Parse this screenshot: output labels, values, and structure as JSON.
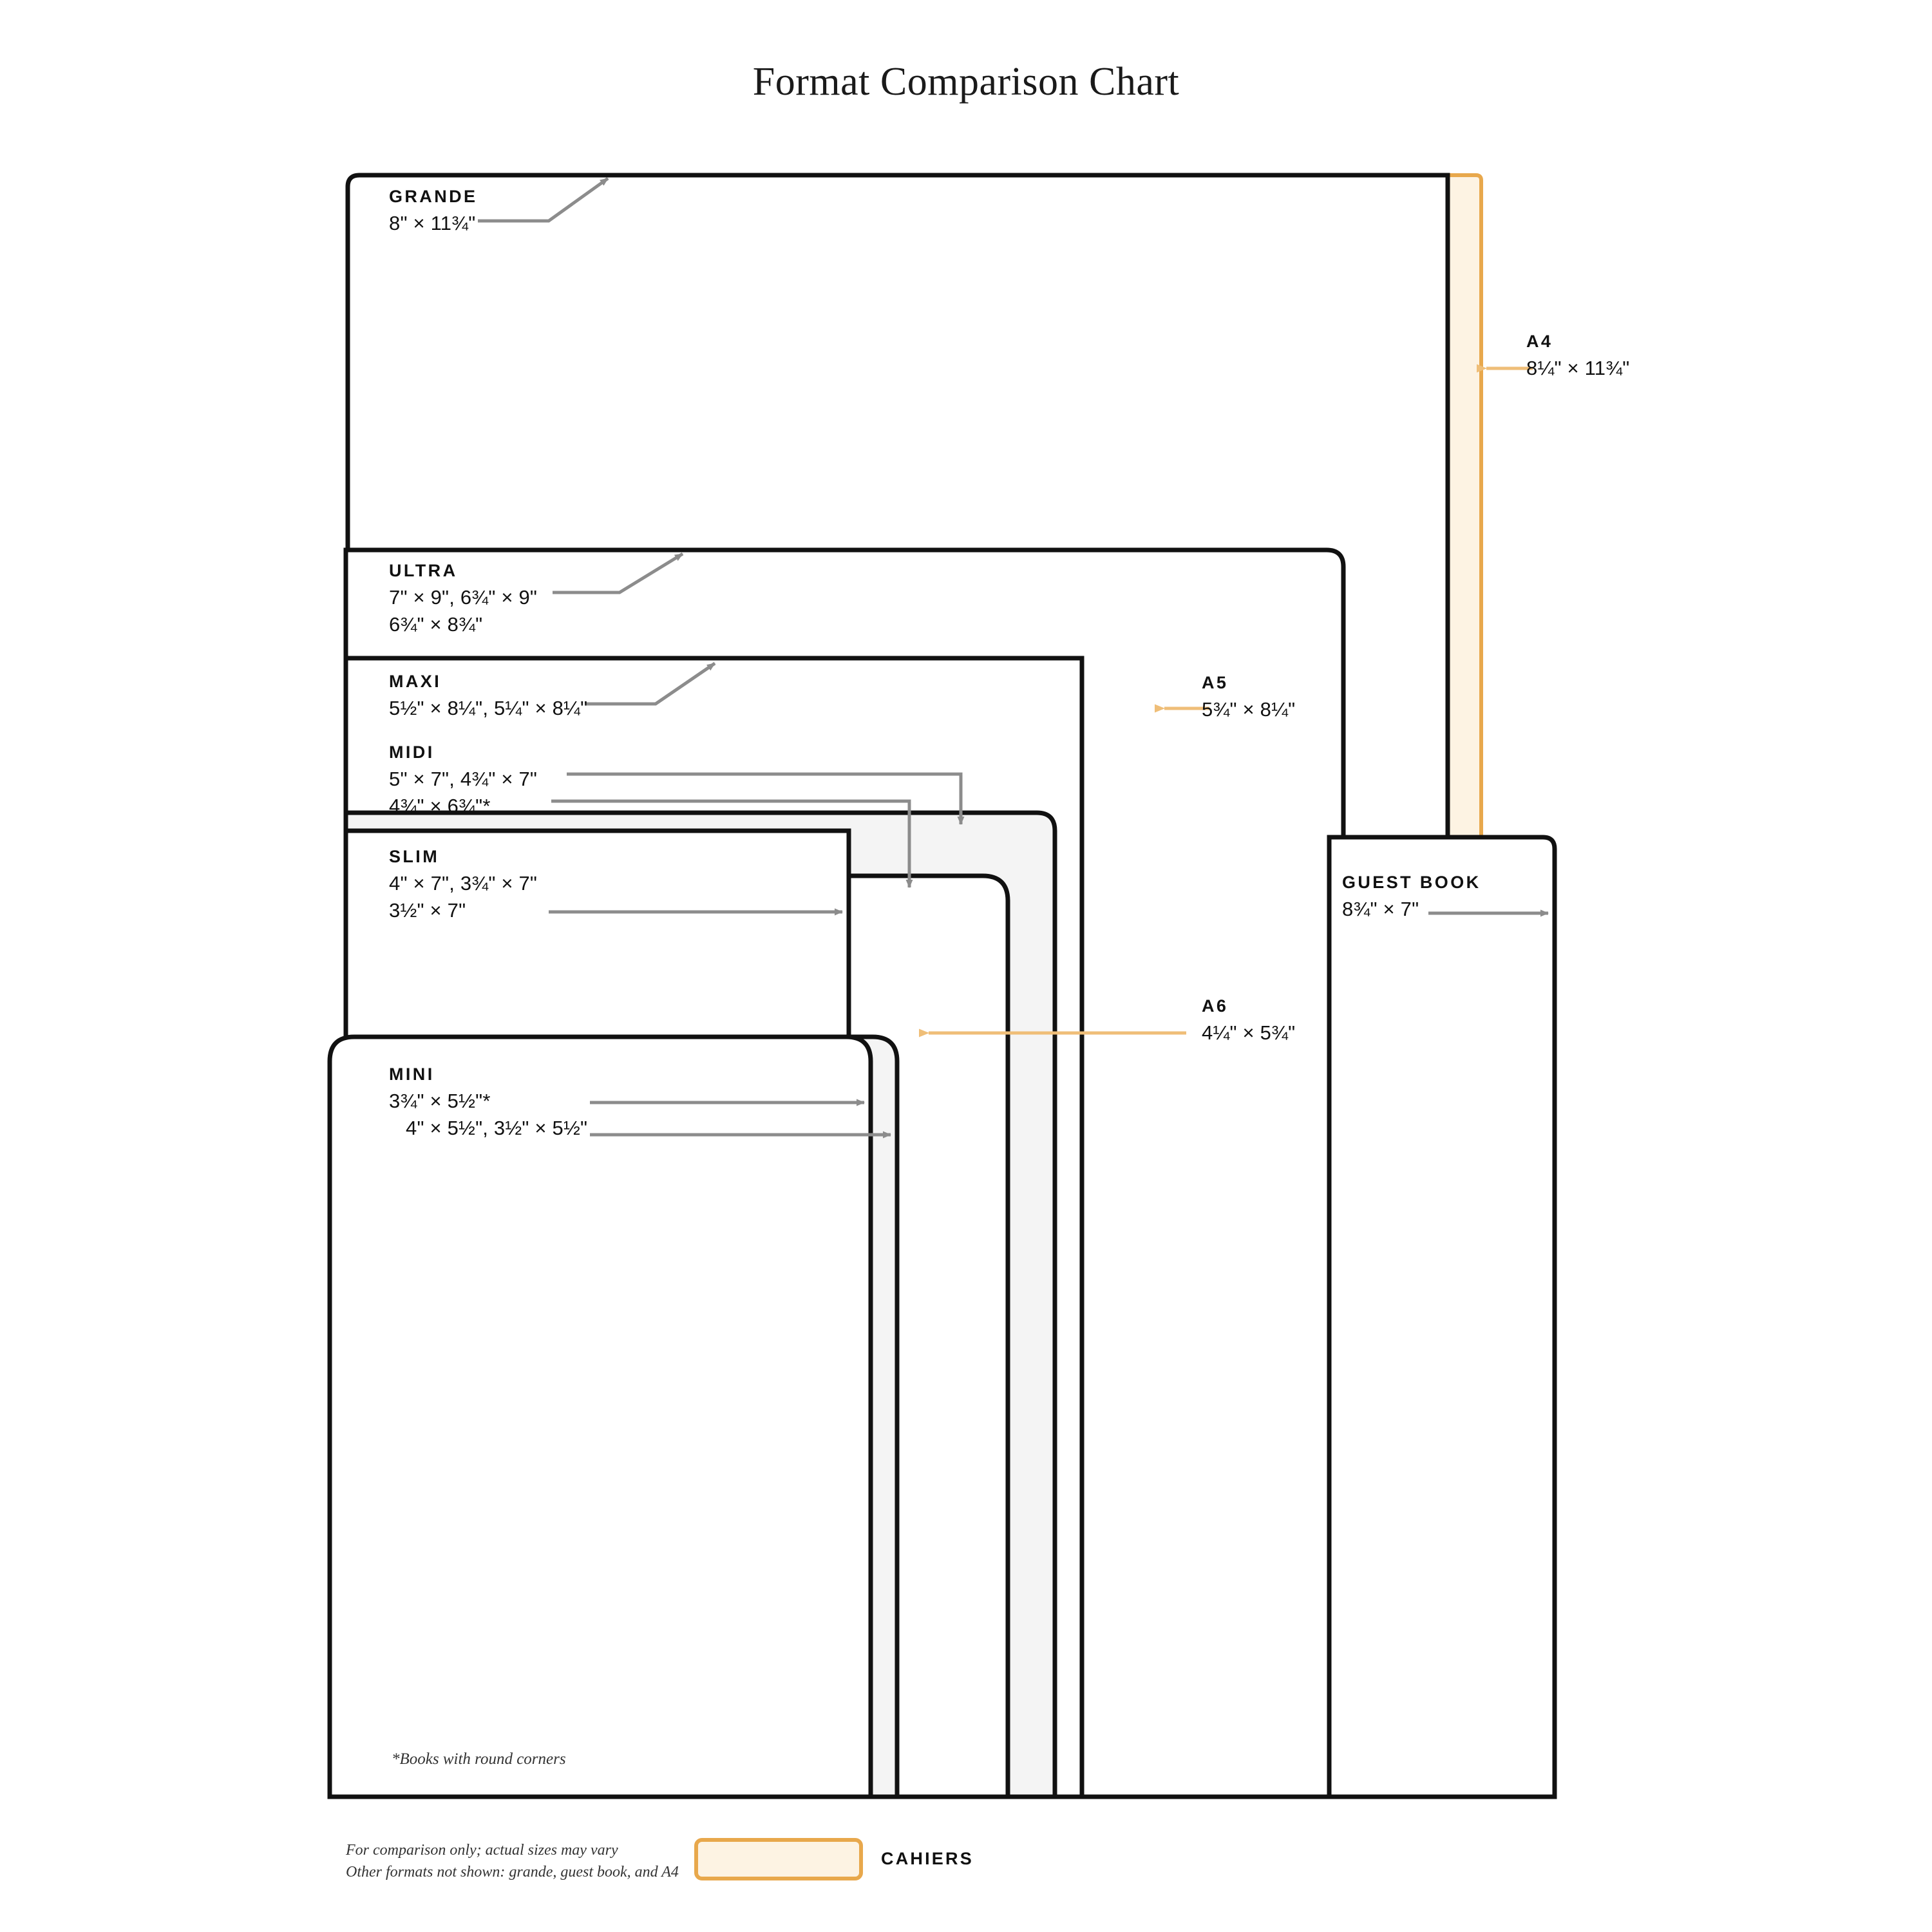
{
  "title": "Format Comparison Chart",
  "colors": {
    "cahier_stroke": "#E8A84C",
    "cahier_fill": "#FDF3E3",
    "book_stroke": "#111111",
    "gray_fill": "#F4F4F4",
    "arrow_gray": "#8C8C8C",
    "text": "#111111"
  },
  "formats": [
    {
      "key": "grande",
      "name": "GRANDE",
      "dims": [
        "8\" × 11¾\""
      ],
      "kind": "book"
    },
    {
      "key": "a4",
      "name": "A4",
      "dims": [
        "8¼\" × 11¾\""
      ],
      "kind": "cahier"
    },
    {
      "key": "ultra",
      "name": "ULTRA",
      "dims": [
        "7\" × 9\", 6¾\" × 9\"",
        "6¾\" × 8¾\""
      ],
      "kind": "book"
    },
    {
      "key": "maxi",
      "name": "MAXI",
      "dims": [
        "5½\" × 8¼\", 5¼\" × 8¼\""
      ],
      "kind": "book"
    },
    {
      "key": "a5",
      "name": "A5",
      "dims": [
        "5¾\" × 8¼\""
      ],
      "kind": "cahier"
    },
    {
      "key": "midi",
      "name": "MIDI",
      "dims": [
        "5\" × 7\", 4¾\" × 7\"",
        "4¾\" × 6¾\"*"
      ],
      "kind": "book"
    },
    {
      "key": "guest_book",
      "name": "GUEST BOOK",
      "dims": [
        "8¾\" × 7\""
      ],
      "kind": "book"
    },
    {
      "key": "slim",
      "name": "SLIM",
      "dims": [
        "4\" × 7\", 3¾\" × 7\"",
        "3½\" × 7\""
      ],
      "kind": "book"
    },
    {
      "key": "a6",
      "name": "A6",
      "dims": [
        "4¼\" × 5¾\""
      ],
      "kind": "cahier"
    },
    {
      "key": "mini",
      "name": "MINI",
      "dims": [
        "3¾\" × 5½\"*",
        "4\" × 5½\", 3½\" × 5½\""
      ],
      "kind": "book"
    }
  ],
  "notes": {
    "round_corners": "*Books with round corners",
    "footer_line1": "For comparison only; actual sizes may vary",
    "footer_line2": "Other formats not shown: grande, guest book, and A4"
  },
  "legend": {
    "label": "CAHIERS"
  }
}
